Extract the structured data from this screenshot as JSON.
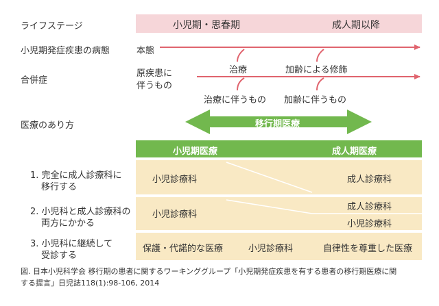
{
  "rows": {
    "life_stage": "ライフステージ",
    "disease": "小児期発症疾患の病態",
    "comorbidity": "合併症",
    "care": "医療のあり方"
  },
  "life_stage_bands": {
    "child": "小児期・思春期",
    "adult": "成人期以降"
  },
  "disease_line": {
    "label": "本態"
  },
  "comorbidity_labels": {
    "primary": [
      "原疾患に",
      "伴うもの"
    ],
    "treatment": "治療",
    "aging": "加齢による修飾",
    "treatment_related": "治療に伴うもの",
    "aging_related": "加齢に伴うもの"
  },
  "transition": {
    "label": "移行期医療"
  },
  "care_header": {
    "pediatric": "小児期医療",
    "adult": "成人期医療"
  },
  "options": [
    {
      "label": [
        "1. 完全に成人診療科に",
        "移行する"
      ],
      "left": "小児診療科",
      "right": "成人診療科"
    },
    {
      "label": [
        "2. 小児科と成人診療科の",
        "両方にかかる"
      ],
      "left": "小児診療科",
      "right_top": "成人診療科",
      "right_bottom": "小児診療科"
    },
    {
      "label": [
        "3. 小児科に継続して",
        "受診する"
      ],
      "left": "保護・代諾的な医療",
      "middle": "小児診療科",
      "right": "自律性を尊重した医療"
    }
  ],
  "caption": [
    "図. 日本小児科学会 移行期の患者に関するワーキンググループ「小児期発症疾患を有する患者の移行期医療に関",
    "する提言」日児誌118(1):98-106, 2014"
  ],
  "colors": {
    "pink_band": "#f6d6d9",
    "arrow_red": "#e0646e",
    "green": "#72b84e",
    "cream": "#f9e9c4"
  }
}
